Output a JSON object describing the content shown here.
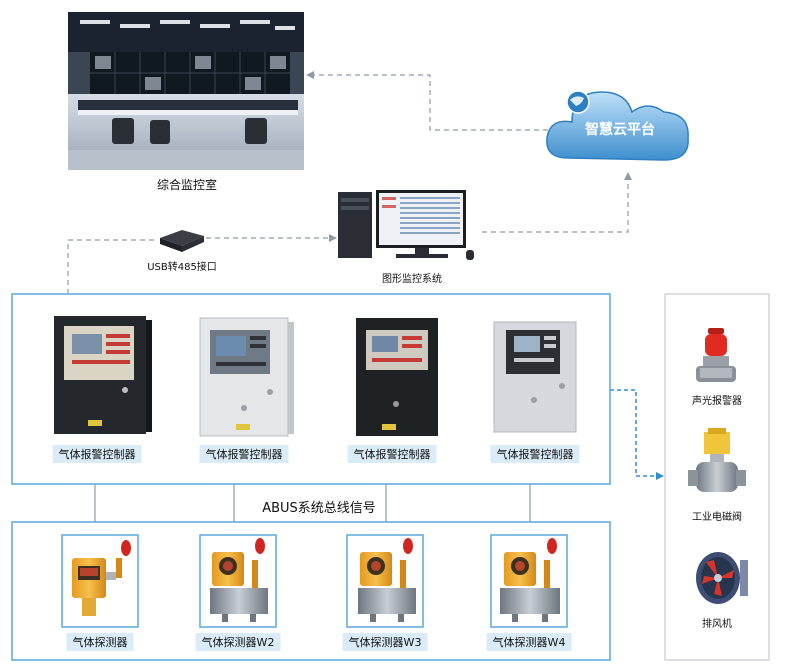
{
  "monitoring_room": {
    "caption": "综合监控室"
  },
  "usb_converter": {
    "caption": "USB转485接口"
  },
  "graphic_system": {
    "caption": "图形监控系统"
  },
  "cloud": {
    "caption": "智慧云平台"
  },
  "bus": {
    "caption": "ABUS系统总线信号"
  },
  "controllers": [
    {
      "label": "气体报警控制器"
    },
    {
      "label": "气体报警控制器"
    },
    {
      "label": "气体报警控制器"
    },
    {
      "label": "气体报警控制器"
    }
  ],
  "detectors": [
    {
      "label": "气体探测器"
    },
    {
      "label": "气体探测器W2"
    },
    {
      "label": "气体探测器W3"
    },
    {
      "label": "气体探测器W4"
    }
  ],
  "outputs": [
    {
      "label": "声光报警器"
    },
    {
      "label": "工业电磁阀"
    },
    {
      "label": "排风机"
    }
  ],
  "colors": {
    "frame_blue": "#5aa8dc",
    "line_gray": "#8f9aa6",
    "dash_blue": "#2f8fd0",
    "label_bg": "#d9ecf8",
    "cloud_blue": "#3e8fcf"
  }
}
